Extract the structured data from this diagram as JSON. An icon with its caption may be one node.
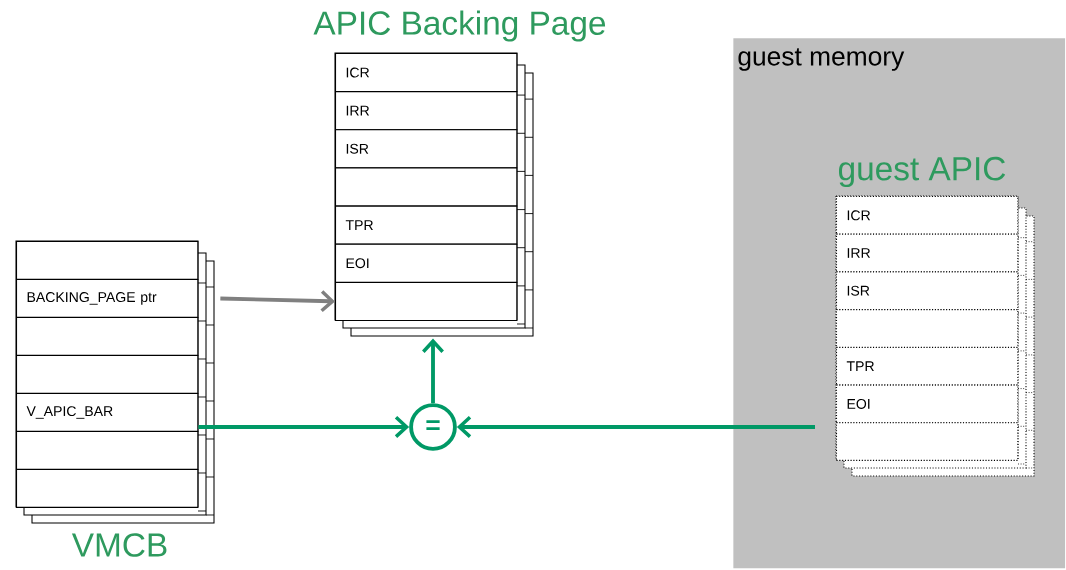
{
  "diagram": {
    "nodes": [
      {
        "text": [
          "APIC Backing Page"
        ]
      },
      {
        "text": [
          "ICR"
        ],
        "in": 0
      },
      {
        "text": [
          "IRR"
        ],
        "in": 0
      },
      {
        "text": [
          "ISR"
        ],
        "in": 0
      },
      {
        "text": [],
        "shape": "box",
        "in": 0
      },
      {
        "text": [
          "TPR"
        ],
        "in": 0
      },
      {
        "text": [
          "EOI"
        ],
        "in": 0
      },
      {
        "text": [],
        "shape": "box",
        "in": 0
      },
      {
        "text": [
          "guest memory"
        ]
      },
      {
        "text": [
          "guest APIC"
        ],
        "in": 8
      },
      {
        "text": [
          "ICR"
        ],
        "in": 9
      },
      {
        "text": [
          "IRR"
        ],
        "in": 9
      },
      {
        "text": [
          "ISR"
        ],
        "in": 9
      },
      {
        "text": [],
        "shape": "box",
        "in": 9
      },
      {
        "text": [
          "TPR"
        ],
        "in": 9
      },
      {
        "text": [
          "EOI"
        ],
        "in": 9
      },
      {
        "text": [],
        "shape": "box",
        "in": 9
      },
      {
        "text": [
          "VMCB"
        ]
      },
      {
        "text": [],
        "shape": "box",
        "in": 17
      },
      {
        "text": [
          "BACKING_PAGE ptr"
        ],
        "in": 17
      },
      {
        "text": [],
        "shape": "box",
        "in": 17
      },
      {
        "text": [],
        "shape": "box",
        "in": 17
      },
      {
        "text": [
          "V_APIC_BAR"
        ],
        "in": 17
      },
      {
        "text": [],
        "shape": "box",
        "in": 17
      },
      {
        "text": [],
        "shape": "box",
        "in": 17
      },
      {
        "text": [
          "="
        ]
      }
    ],
    "edges": [
      {
        "from": 19,
        "to": 7,
        "arrow": "to",
        "color": "#808080"
      },
      {
        "from": 22,
        "to": 25,
        "arrow": "to"
      },
      {
        "from": 16,
        "to": 25,
        "arrow": "to"
      },
      {
        "from": 25,
        "to": 0,
        "arrow": "to"
      }
    ]
  }
}
